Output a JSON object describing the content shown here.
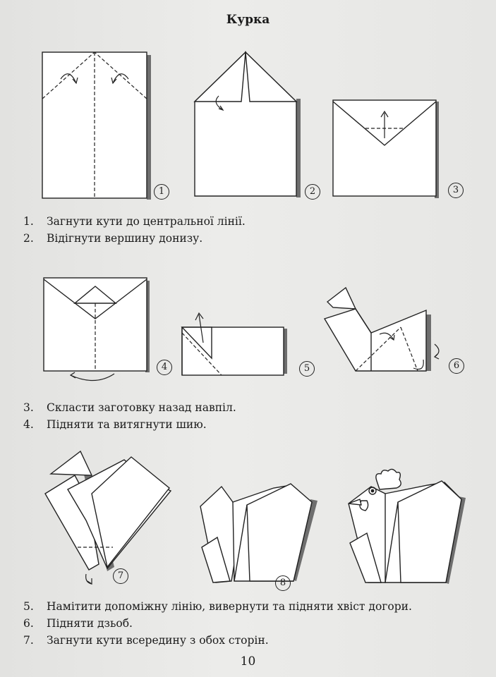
{
  "title": "Курка",
  "figures": [
    "1",
    "2",
    "3",
    "4",
    "5",
    "6",
    "7",
    "8"
  ],
  "steps_group_1": [
    {
      "n": "1.",
      "text": "Загнути кути до центральної лінії."
    },
    {
      "n": "2.",
      "text": "Відігнути вершину донизу."
    }
  ],
  "steps_group_2": [
    {
      "n": "3.",
      "text": "Скласти заготовку назад навпіл."
    },
    {
      "n": "4.",
      "text": "Підняти та витягнути шию."
    }
  ],
  "steps_group_3": [
    {
      "n": "5.",
      "text": "Намітити допоміжну лінію, вивернути та підняти хвіст догори."
    },
    {
      "n": "6.",
      "text": "Підняти дзьоб."
    },
    {
      "n": "7.",
      "text": "Загнути кути всередину з обох сторін."
    }
  ],
  "page_number": "10"
}
